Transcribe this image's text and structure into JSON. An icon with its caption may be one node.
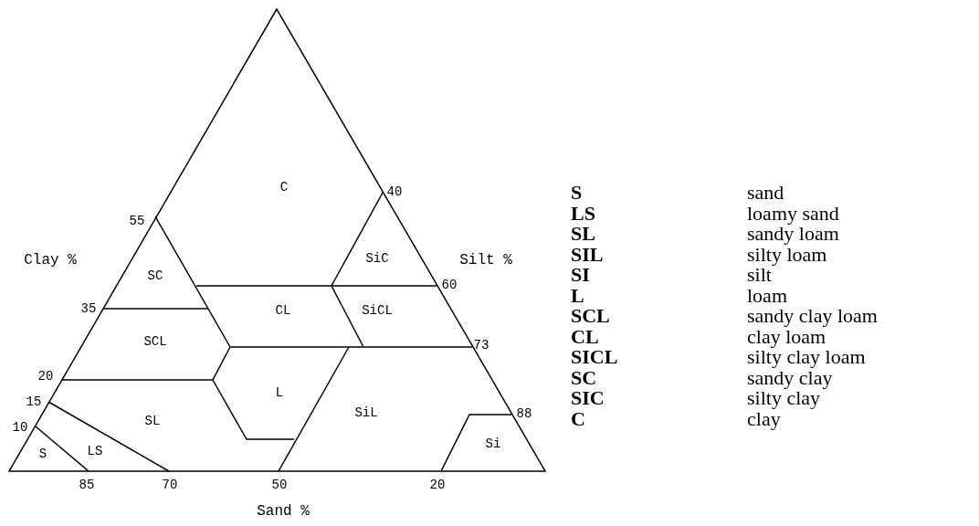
{
  "diagram": {
    "labels": [
      "C",
      "40",
      "55",
      "Clay %",
      "SiC",
      "Silt %",
      "SC",
      "60",
      "35",
      "CL",
      "SiCL",
      "SCL",
      "73",
      "20",
      "L",
      "15",
      "SL",
      "SiL",
      "88",
      "10",
      "Si",
      "S",
      "LS",
      "85",
      "70",
      "50",
      "20",
      "Sand %",
      "S",
      "sand",
      "LS",
      "loamy sand",
      "SL",
      "sandy loam",
      "SIL",
      "silty loam",
      "SI",
      "silt",
      "L",
      "loam",
      "SCL",
      "sandy clay loam",
      "CL",
      "clay loam",
      "SICL",
      "silty clay loam",
      "SC",
      "sandy clay",
      "SIC",
      "silty clay",
      "C",
      "clay"
    ]
  }
}
